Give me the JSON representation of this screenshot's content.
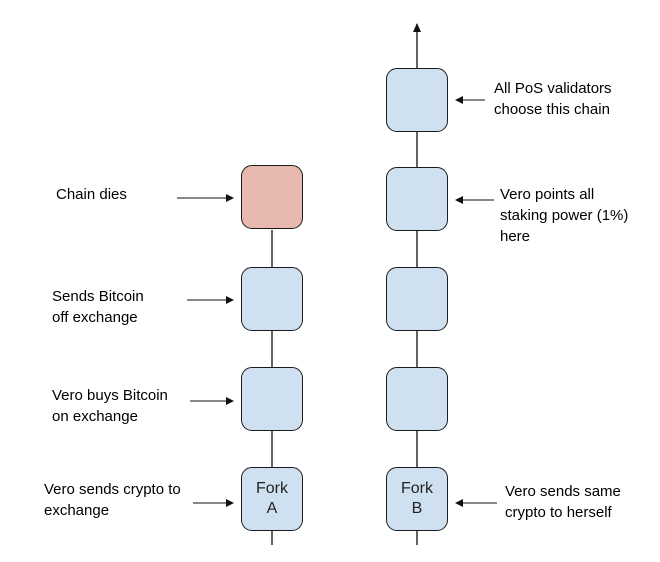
{
  "colors": {
    "block_fill": "#cfe0f1",
    "dead_block_fill": "#e6b8af",
    "stroke": "#1b1b1b"
  },
  "fork_a": {
    "blocks": [
      {
        "line1": "Fork",
        "line2": "A"
      },
      {
        "line1": "",
        "line2": ""
      },
      {
        "line1": "",
        "line2": ""
      },
      {
        "line1": "",
        "line2": ""
      }
    ],
    "labels": [
      {
        "lines": [
          "Vero sends crypto to",
          "exchange"
        ]
      },
      {
        "lines": [
          "Vero buys Bitcoin",
          "on exchange"
        ]
      },
      {
        "lines": [
          "Sends Bitcoin",
          "off exchange"
        ]
      },
      {
        "lines": [
          "Chain dies"
        ]
      }
    ]
  },
  "fork_b": {
    "blocks": [
      {
        "line1": "Fork",
        "line2": "B"
      },
      {
        "line1": "",
        "line2": ""
      },
      {
        "line1": "",
        "line2": ""
      },
      {
        "line1": "",
        "line2": ""
      },
      {
        "line1": "",
        "line2": ""
      }
    ],
    "labels": [
      {
        "lines": [
          "Vero sends same",
          "crypto to herself"
        ]
      },
      {
        "lines": [
          "Vero points all",
          "staking power (1%)",
          "here"
        ]
      },
      {
        "lines": [
          "All PoS validators",
          "choose this chain"
        ]
      }
    ]
  }
}
